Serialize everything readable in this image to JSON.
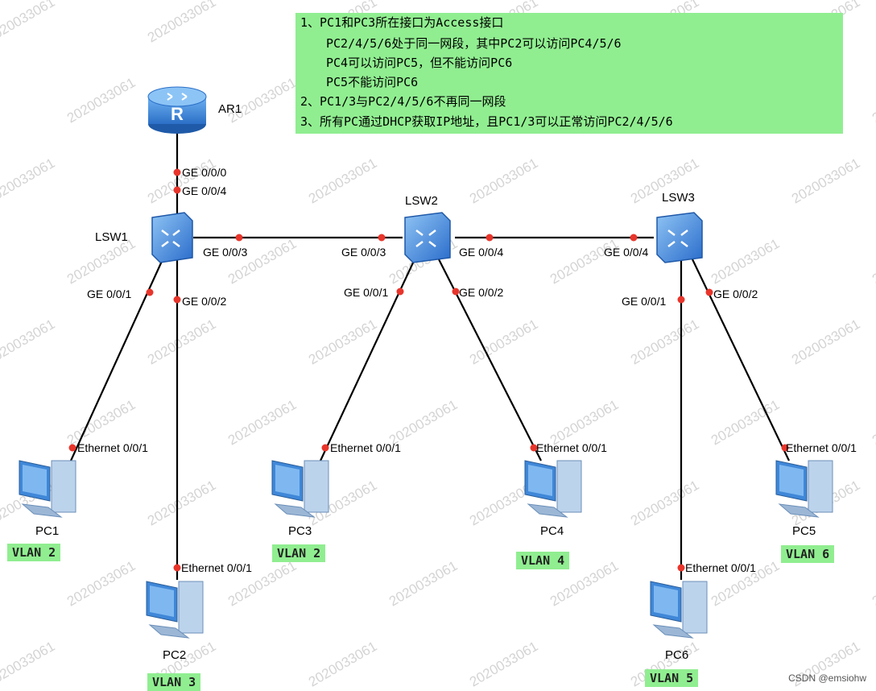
{
  "watermark": "2020033061",
  "notes": {
    "line1": "1、PC1和PC3所在接口为Access接口",
    "line2": "PC2/4/5/6处于同一网段，其中PC2可以访问PC4/5/6",
    "line3": "PC4可以访问PC5，但不能访问PC6",
    "line4": "PC5不能访问PC6",
    "line5": "2、PC1/3与PC2/4/5/6不再同一网段",
    "line6": "3、所有PC通过DHCP获取IP地址，且PC1/3可以正常访问PC2/4/5/6"
  },
  "devices": {
    "ar1": "AR1",
    "lsw1": "LSW1",
    "lsw2": "LSW2",
    "lsw3": "LSW3",
    "pc1": "PC1",
    "pc2": "PC2",
    "pc3": "PC3",
    "pc4": "PC4",
    "pc5": "PC5",
    "pc6": "PC6"
  },
  "ports": {
    "ar1_g0": "GE 0/0/0",
    "lsw1_g4": "GE 0/0/4",
    "lsw1_g3": "GE 0/0/3",
    "lsw1_g1": "GE 0/0/1",
    "lsw1_g2": "GE 0/0/2",
    "lsw2_g3": "GE 0/0/3",
    "lsw2_g4": "GE 0/0/4",
    "lsw2_g1": "GE 0/0/1",
    "lsw2_g2": "GE 0/0/2",
    "lsw3_g4": "GE 0/0/4",
    "lsw3_g1": "GE 0/0/1",
    "lsw3_g2": "GE 0/0/2",
    "pc1_eth": "Ethernet 0/0/1",
    "pc2_eth": "Ethernet 0/0/1",
    "pc3_eth": "Ethernet 0/0/1",
    "pc4_eth": "Ethernet 0/0/1",
    "pc5_eth": "Ethernet 0/0/1",
    "pc6_eth": "Ethernet 0/0/1"
  },
  "vlans": {
    "pc1": "VLAN 2",
    "pc2": "VLAN 3",
    "pc3": "VLAN 2",
    "pc4": "VLAN 4",
    "pc5": "VLAN 6",
    "pc6": "VLAN 5"
  },
  "credit": "CSDN @emsiohw",
  "colors": {
    "note_bg": "#90ee90",
    "link": "#000000",
    "port_dot": "#e8352b",
    "device_blue": "#3a7fd5"
  }
}
